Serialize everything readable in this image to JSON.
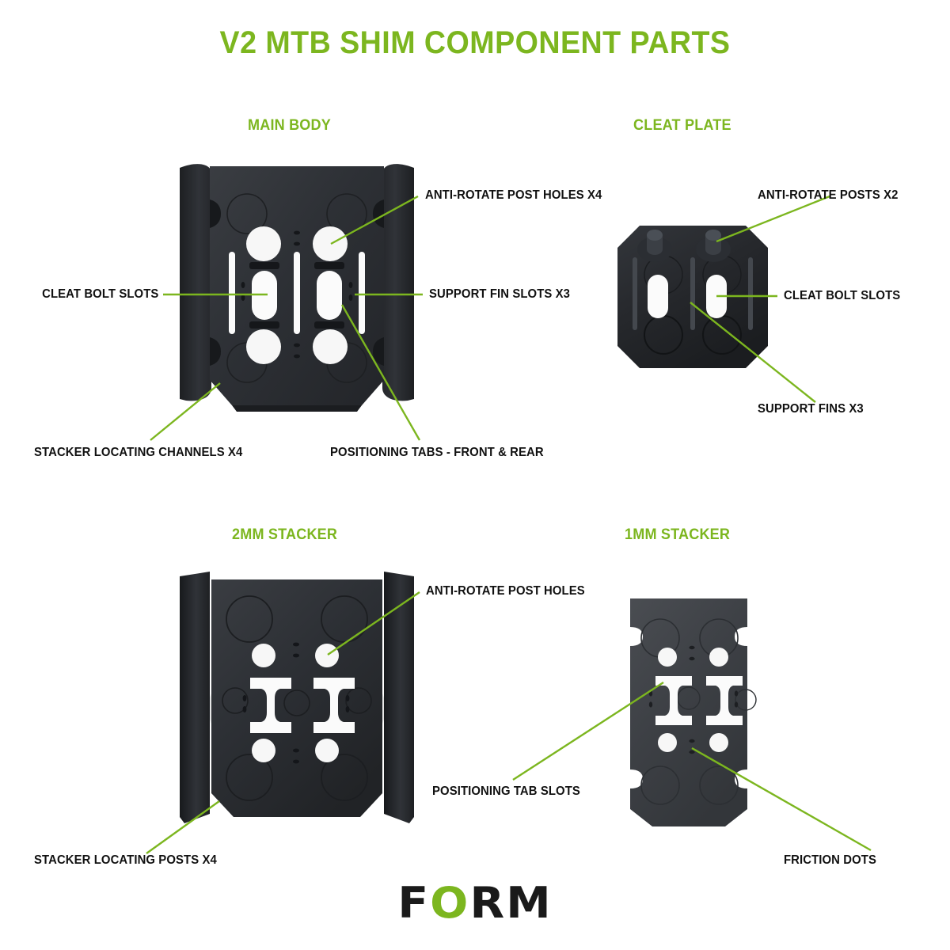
{
  "page": {
    "title": "V2 MTB SHIM COMPONENT PARTS",
    "background_color": "#ffffff",
    "accent_color": "#7cb61f",
    "label_color": "#111111",
    "part_color": "#2b2d31"
  },
  "sections": [
    {
      "id": "main-body",
      "header": "MAIN BODY"
    },
    {
      "id": "cleat-plate",
      "header": "CLEAT PLATE"
    },
    {
      "id": "2mm-stacker",
      "header": "2MM STACKER"
    },
    {
      "id": "1mm-stacker",
      "header": "1MM STACKER"
    }
  ],
  "callouts": {
    "main_body": {
      "anti_rotate_post_holes": "ANTI-ROTATE POST HOLES X4",
      "cleat_bolt_slots": "CLEAT BOLT SLOTS",
      "support_fin_slots": "SUPPORT FIN SLOTS X3",
      "stacker_locating_channels": "STACKER LOCATING CHANNELS X4",
      "positioning_tabs": "POSITIONING TABS - FRONT & REAR"
    },
    "cleat_plate": {
      "anti_rotate_posts": "ANTI-ROTATE POSTS X2",
      "cleat_bolt_slots": "CLEAT BOLT SLOTS",
      "support_fins": "SUPPORT FINS X3"
    },
    "stacker_2mm": {
      "anti_rotate_post_holes": "ANTI-ROTATE POST HOLES",
      "stacker_locating_posts": "STACKER LOCATING POSTS X4",
      "positioning_tab_slots": "POSITIONING TAB SLOTS"
    },
    "stacker_1mm": {
      "friction_dots": "FRICTION DOTS"
    }
  },
  "logo": {
    "part_1": "F",
    "part_2": "O",
    "part_3": "RM"
  }
}
